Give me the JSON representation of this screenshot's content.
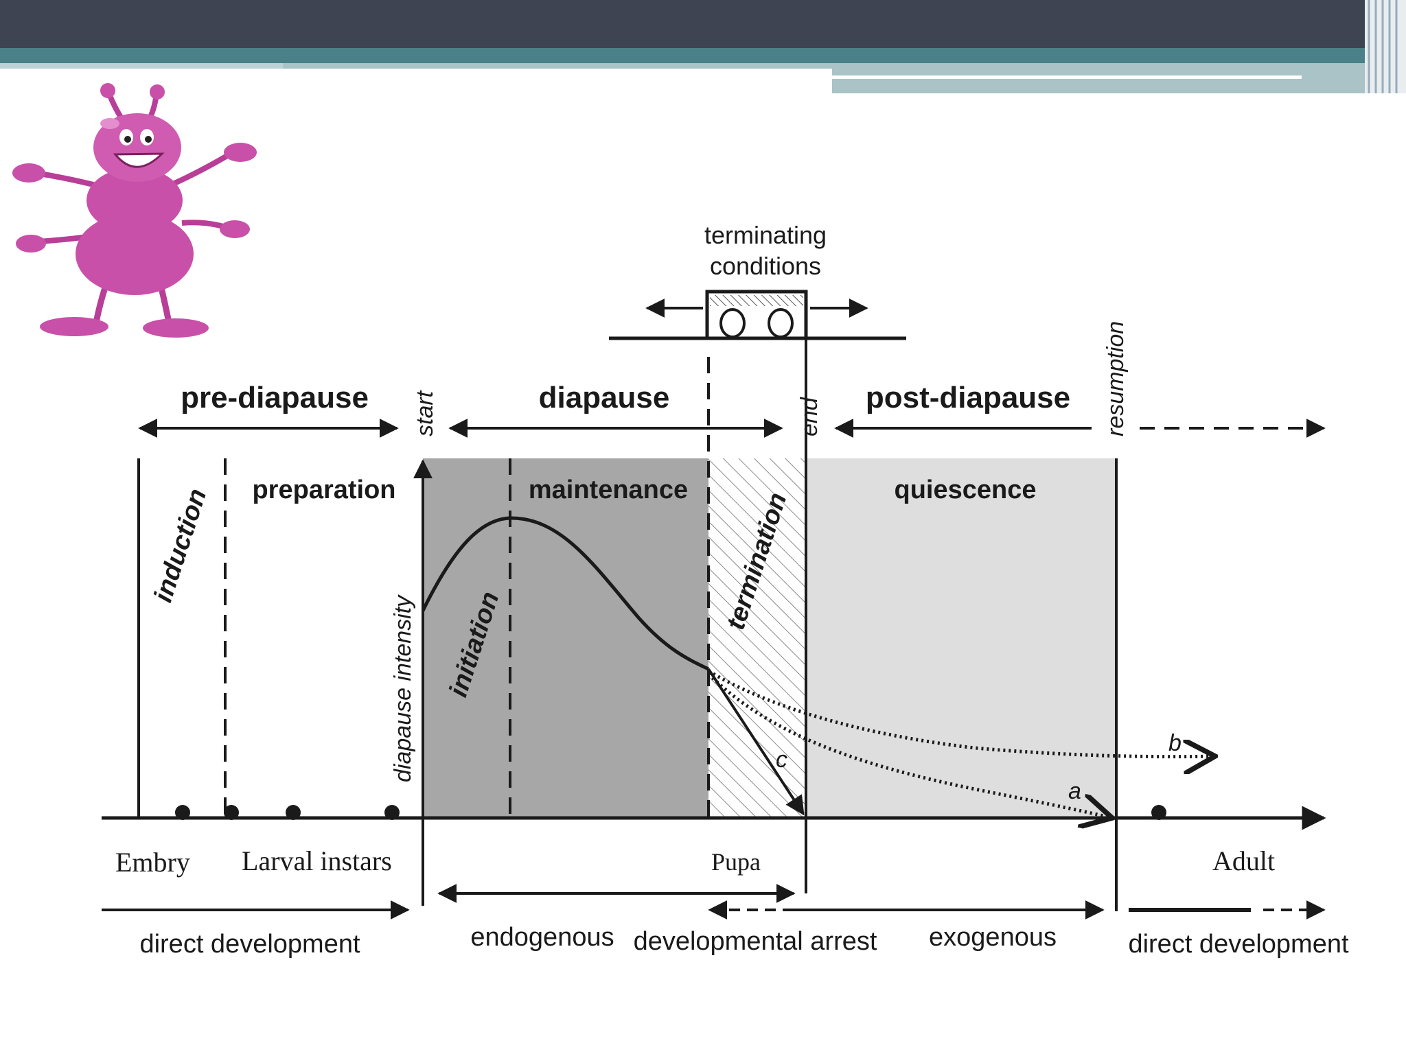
{
  "header": {
    "bar_color": "#3f4453",
    "accent_color": "#4a8088",
    "light_accent_color": "#a9c3c7"
  },
  "mascot": {
    "icon": "pink-ant-mascot-icon",
    "color": "#c850a8"
  },
  "diagram": {
    "top": {
      "terminating_line1": "terminating",
      "terminating_line2": "conditions"
    },
    "phases": {
      "pre_diapause": "pre-diapause",
      "start": "start",
      "diapause": "diapause",
      "end": "end",
      "post_diapause": "post-diapause",
      "resumption": "resumption"
    },
    "regions": {
      "induction": "induction",
      "preparation": "preparation",
      "diapause_intensity": "diapause intensity",
      "initiation": "initiation",
      "maintenance": "maintenance",
      "termination": "termination",
      "quiescence": "quiescence"
    },
    "curves": {
      "a": "a",
      "b": "b",
      "c": "c"
    },
    "stages": {
      "embry": "Embry",
      "larval_instars": "Larval instars",
      "pupa": "Pupa",
      "adult": "Adult"
    },
    "bottom": {
      "direct_development_left": "direct development",
      "endogenous": "endogenous",
      "developmental_arrest": "developmental arrest",
      "exogenous": "exogenous",
      "direct_development_right": "direct development"
    },
    "colors": {
      "diapause_fill": "#a7a7a7",
      "quiescence_fill": "#dedede",
      "ink": "#1a1a1a"
    }
  }
}
